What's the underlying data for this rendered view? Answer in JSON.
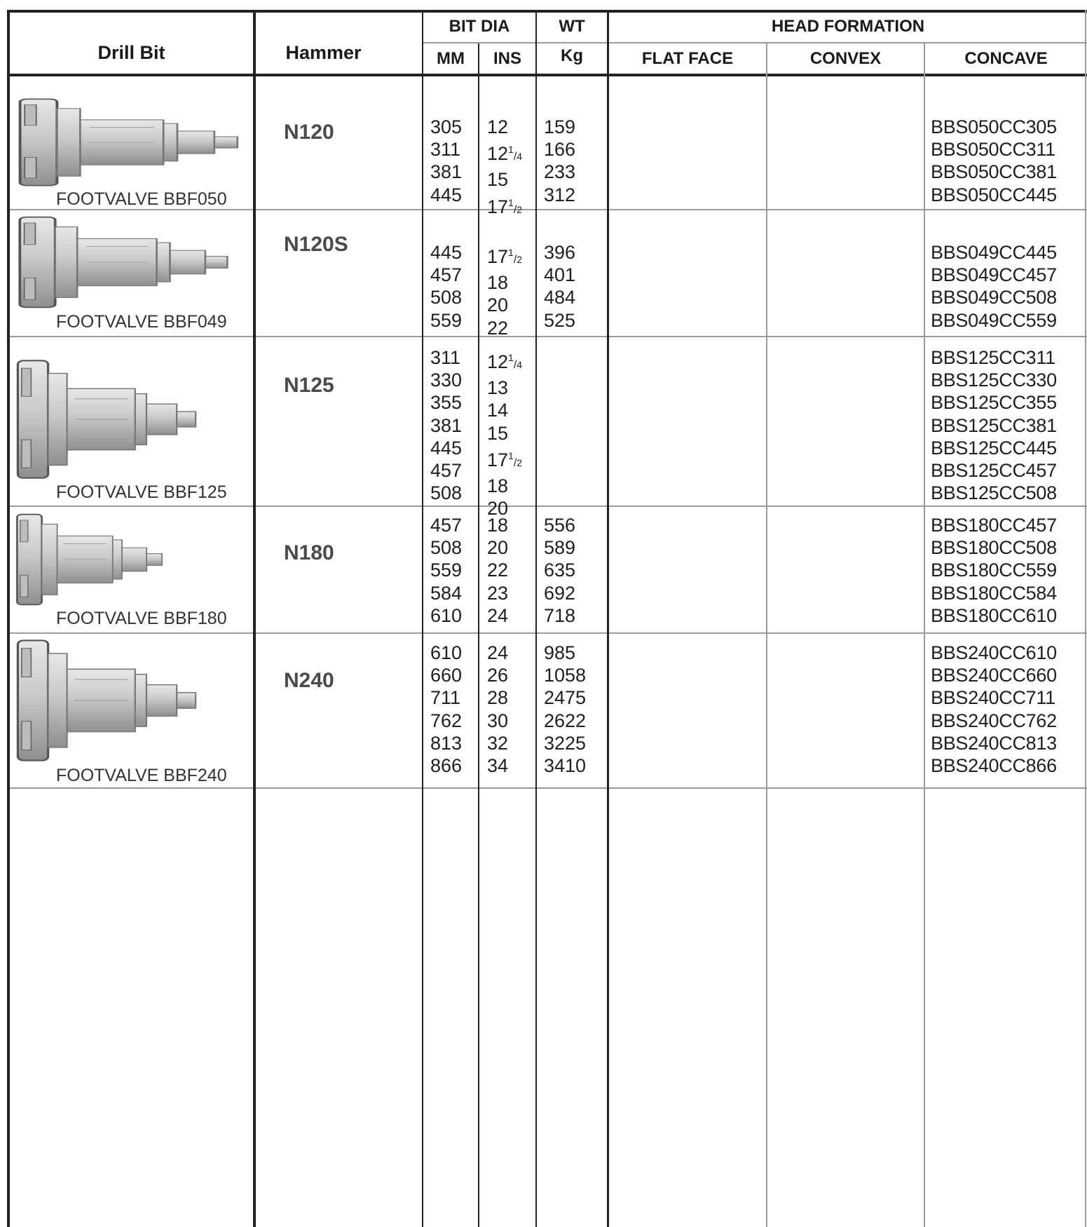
{
  "headers": {
    "drill_bit": "Drill Bit",
    "hammer": "Hammer",
    "bit_dia": "BIT DIA",
    "mm": "MM",
    "ins": "INS",
    "wt": "WT",
    "kg": "Kg",
    "head_formation": "HEAD FORMATION",
    "flat_face": "FLAT FACE",
    "convex": "CONVEX",
    "concave": "CONCAVE"
  },
  "rows": [
    {
      "footvalve": "FOOTVALVE BBF050",
      "hammer": "N120",
      "mm": [
        "305",
        "311",
        "381",
        "445"
      ],
      "ins": [
        {
          "w": "12",
          "f": ""
        },
        {
          "w": "12",
          "f": "1/4"
        },
        {
          "w": "15",
          "f": ""
        },
        {
          "w": "17",
          "f": "1/2"
        }
      ],
      "wt": [
        "159",
        "166",
        "233",
        "312"
      ],
      "concave": [
        "BBS050CC305",
        "BBS050CC311",
        "BBS050CC381",
        "BBS050CC445"
      ]
    },
    {
      "footvalve": "FOOTVALVE BBF049",
      "hammer": "N120S",
      "mm": [
        "445",
        "457",
        "508",
        "559"
      ],
      "ins": [
        {
          "w": "17",
          "f": "1/2"
        },
        {
          "w": "18",
          "f": ""
        },
        {
          "w": "20",
          "f": ""
        },
        {
          "w": "22",
          "f": ""
        }
      ],
      "wt": [
        "396",
        "401",
        "484",
        "525"
      ],
      "concave": [
        "BBS049CC445",
        "BBS049CC457",
        "BBS049CC508",
        "BBS049CC559"
      ]
    },
    {
      "footvalve": "FOOTVALVE BBF125",
      "hammer": "N125",
      "mm": [
        "311",
        "330",
        "355",
        "381",
        "445",
        "457",
        "508"
      ],
      "ins": [
        {
          "w": "12",
          "f": "1/4"
        },
        {
          "w": "13",
          "f": ""
        },
        {
          "w": "14",
          "f": ""
        },
        {
          "w": "15",
          "f": ""
        },
        {
          "w": "17",
          "f": "1/2"
        },
        {
          "w": "18",
          "f": ""
        },
        {
          "w": "20",
          "f": ""
        }
      ],
      "wt": [],
      "concave": [
        "BBS125CC311",
        "BBS125CC330",
        "BBS125CC355",
        "BBS125CC381",
        "BBS125CC445",
        "BBS125CC457",
        "BBS125CC508"
      ]
    },
    {
      "footvalve": "FOOTVALVE BBF180",
      "hammer": "N180",
      "mm": [
        "457",
        "508",
        "559",
        "584",
        "610"
      ],
      "ins": [
        {
          "w": "18",
          "f": ""
        },
        {
          "w": "20",
          "f": ""
        },
        {
          "w": "22",
          "f": ""
        },
        {
          "w": "23",
          "f": ""
        },
        {
          "w": "24",
          "f": ""
        }
      ],
      "wt": [
        "556",
        "589",
        "635",
        "692",
        "718"
      ],
      "concave": [
        "BBS180CC457",
        "BBS180CC508",
        "BBS180CC559",
        "BBS180CC584",
        "BBS180CC610"
      ]
    },
    {
      "footvalve": "FOOTVALVE BBF240",
      "hammer": "N240",
      "mm": [
        "610",
        "660",
        "711",
        "762",
        "813",
        "866"
      ],
      "ins": [
        {
          "w": "24",
          "f": ""
        },
        {
          "w": "26",
          "f": ""
        },
        {
          "w": "28",
          "f": ""
        },
        {
          "w": "30",
          "f": ""
        },
        {
          "w": "32",
          "f": ""
        },
        {
          "w": "34",
          "f": ""
        }
      ],
      "wt": [
        "985",
        "1058",
        "2475",
        "2622",
        "3225",
        "3410"
      ],
      "concave": [
        "BBS240CC610",
        "BBS240CC660",
        "BBS240CC711",
        "BBS240CC762",
        "BBS240CC813",
        "BBS240CC866"
      ]
    }
  ]
}
